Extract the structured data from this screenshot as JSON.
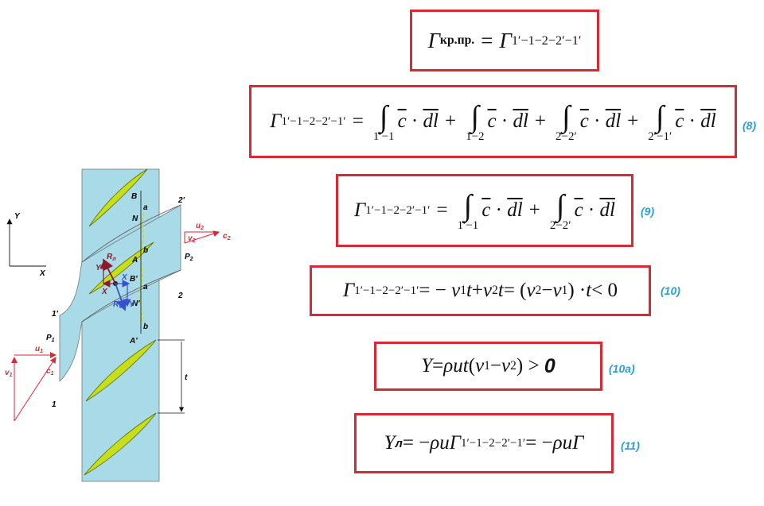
{
  "colors": {
    "channel": "#a8dbe7",
    "blade": "#c8de1a",
    "frame": "#d62a36",
    "eq_number": "#2a9fd6",
    "velocity": "#d62a36",
    "lift": "#8b1a2c",
    "resultant": "#3a4fd0",
    "flow_path": "#e0d21c"
  },
  "diagram": {
    "axes": {
      "y": "Y",
      "x": "X"
    },
    "labels": {
      "one_prime": "1'",
      "one": "1",
      "two_prime": "2'",
      "two": "2",
      "p1": "P",
      "p1_sub": "1",
      "p2": "P",
      "p2_sub": "2",
      "u1": "u",
      "u1_sub": "1",
      "v1": "v",
      "v1_sub": "1",
      "c1": "c",
      "c1_sub": "1",
      "u2": "u",
      "u2_sub": "2",
      "v2": "v",
      "v2_sub": "2",
      "c2": "c",
      "c2_sub": "2",
      "B": "B",
      "N": "N",
      "a_top": "a",
      "b_top": "b",
      "A": "A",
      "B_prime": "B'",
      "a_mid": "a",
      "N_prime": "N'",
      "b_bottom": "b",
      "A_prime": "A'",
      "t": "t",
      "R_l": "R",
      "R_l_sub": "л",
      "R_w": "R",
      "R_w_sub": "ж",
      "Y_l": "Y",
      "X_l": "X",
      "X_w": "X",
      "Y_w": "Y"
    }
  },
  "eq1": {
    "gamma": "Γ",
    "sub_left": "кр.пр.",
    "eq": "=",
    "sub_right": "1′−1−2−2′−1′"
  },
  "eq8": {
    "gamma": "Γ",
    "sub": "1′−1−2−2′−1′",
    "eq": "=",
    "integral": "∫",
    "c": "c",
    "dot": "·",
    "dl": "dl",
    "plus": "+",
    "lim1": "1′−1",
    "lim2": "1−2",
    "lim3": "2−2′",
    "lim4": "2′−1′",
    "number": "(8)"
  },
  "eq9": {
    "gamma": "Γ",
    "sub": "1′−1−2−2′−1′",
    "eq": "=",
    "integral": "∫",
    "c": "c",
    "dot": "·",
    "dl": "dl",
    "plus": "+",
    "lim1": "1′−1",
    "lim2": "2−2′",
    "number": "(9)"
  },
  "eq10": {
    "gamma": "Γ",
    "sub": "1′−1−2−2′−1′",
    "p1": "= −",
    "v": "v",
    "s1": "1",
    "t": "t",
    "p2": " + ",
    "s2": "2",
    "p3": " = (",
    "p4": " − ",
    "p5": ") · ",
    "p6": " < 0",
    "number": "(10)"
  },
  "eq10a": {
    "Y": "Y",
    "p1": " = ",
    "rho": "ρ",
    "u": "u",
    "t": "t",
    "p2": " ( ",
    "v": "ν",
    "s1": "1",
    "p3": " − ",
    "s2": "2",
    "p4": " ) > ",
    "zero": "0",
    "number": "(10a)"
  },
  "eq11": {
    "Y": "Y",
    "ysub": "л",
    "p1": " = −",
    "rho": "ρ",
    "u": "u",
    "gamma": "Γ",
    "sub": "1′−1−2−2′−1′",
    "p2": " = −",
    "number": "(11)"
  }
}
